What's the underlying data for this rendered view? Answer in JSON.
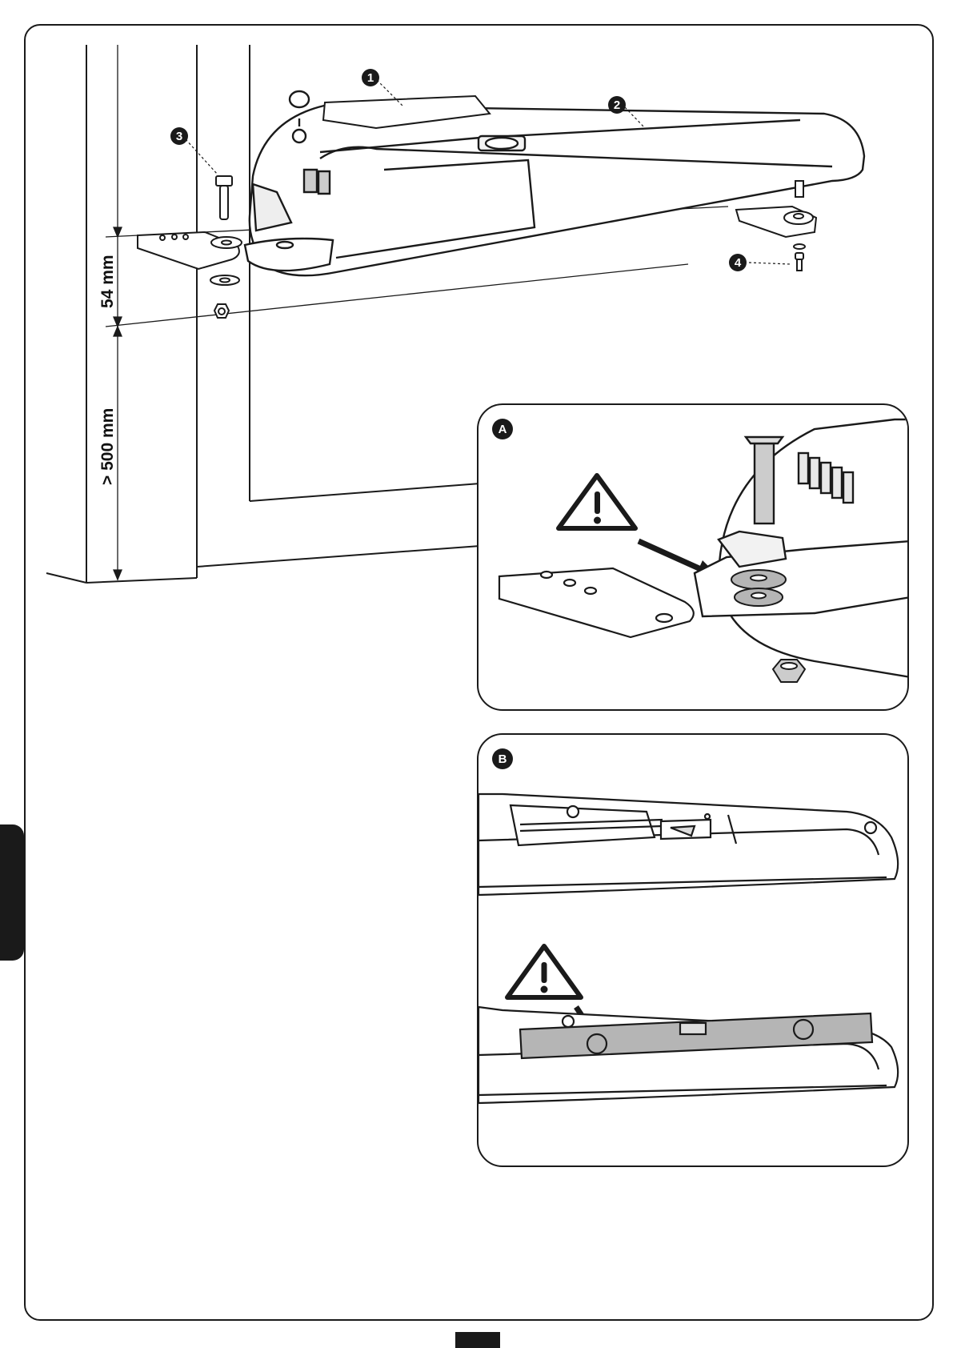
{
  "callouts": {
    "c1": "1",
    "c2": "2",
    "c3": "3",
    "c4": "4"
  },
  "dimensions": {
    "height_bracket": "54 mm",
    "height_ground": "> 500 mm"
  },
  "panels": {
    "a_label": "A",
    "b_label": "B"
  },
  "icons": {
    "warning": "warning-triangle-icon"
  },
  "colors": {
    "line": "#1a1a1a",
    "metal": "#d9d9d9",
    "dark_tab": "#1a1a1a",
    "gasket": "#b5b5b5"
  }
}
